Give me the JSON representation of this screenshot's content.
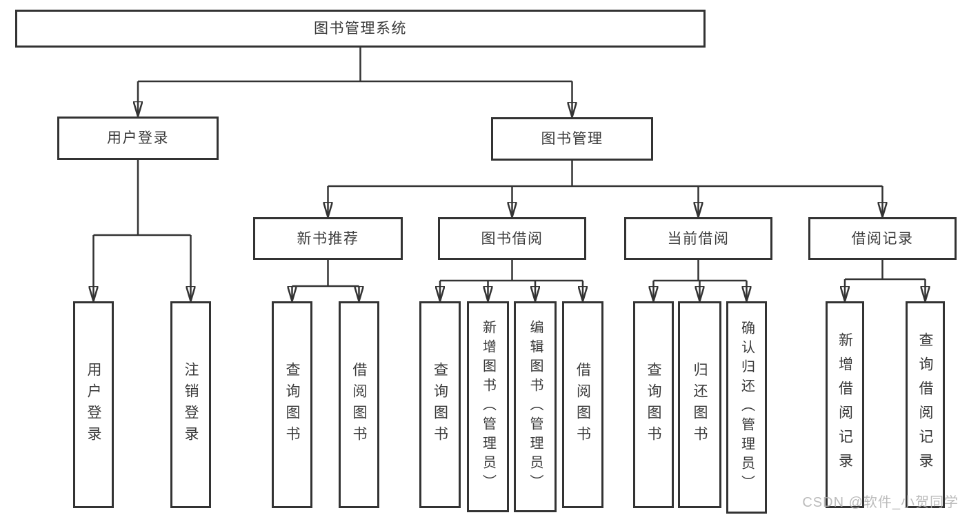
{
  "tree": {
    "label": "图书管理系统",
    "children": [
      {
        "label": "用户登录",
        "children": [
          {
            "label": "用户登录"
          },
          {
            "label": "注销登录"
          }
        ]
      },
      {
        "label": "图书管理",
        "children": [
          {
            "label": "新书推荐",
            "children": [
              {
                "label": "查询图书"
              },
              {
                "label": "借阅图书"
              }
            ]
          },
          {
            "label": "图书借阅",
            "children": [
              {
                "label": "查询图书"
              },
              {
                "label": "新增图书（管理员）"
              },
              {
                "label": "编辑图书（管理员）"
              },
              {
                "label": "借阅图书"
              }
            ]
          },
          {
            "label": "当前借阅",
            "children": [
              {
                "label": "查询图书"
              },
              {
                "label": "归还图书"
              },
              {
                "label": "确认归还（管理员）"
              }
            ]
          },
          {
            "label": "借阅记录",
            "children": [
              {
                "label": "新增借阅记录"
              },
              {
                "label": "查询借阅记录"
              }
            ]
          }
        ]
      }
    ]
  },
  "watermark": {
    "text": "CSDN @软件_小贺同学"
  },
  "colors": {
    "line": "#333333",
    "text": "#3a3a3a",
    "watermark": "#b0b0b0",
    "background": "#ffffff"
  }
}
